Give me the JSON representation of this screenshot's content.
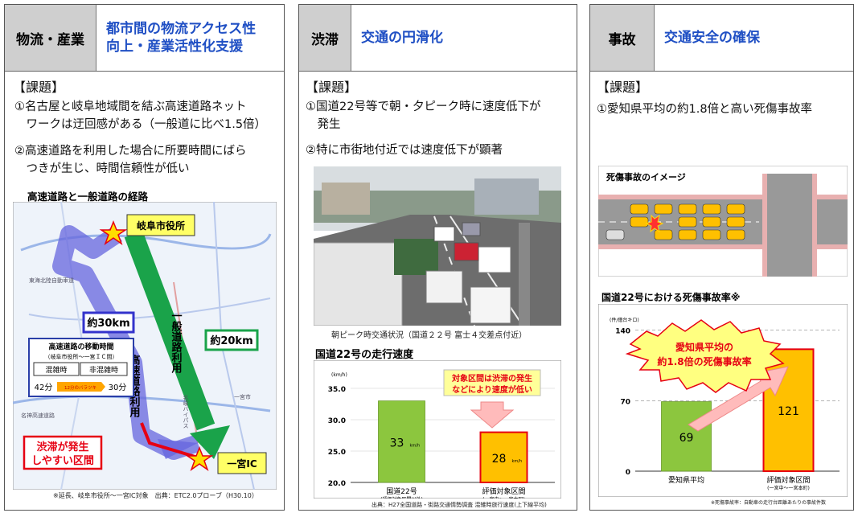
{
  "panels": [
    {
      "tag": "物流・産業",
      "title_line1": "都市間の物流アクセス性",
      "title_line2": "向上・産業活性化支援",
      "section": "【課題】",
      "issues": [
        {
          "line1": "①名古屋と岐阜地域間を結ぶ高速道路ネット",
          "line2": "　ワークは迂回感がある（一般道に比べ1.5倍）"
        },
        {
          "line1": "②高速道路を利用した場合に所要時間にばら",
          "line2": "　つきが生じ、時間信頼性が低い"
        }
      ],
      "map": {
        "title": "高速道路と一般道路の経路",
        "origin": "岐阜市役所",
        "destination": "一宮IC",
        "highway_dist": "約30km",
        "general_dist": "約20km",
        "general_route_label": "一般道路利用",
        "highway_route_label": "高速道路利用",
        "congestion_line1": "渋滞が発生",
        "congestion_line2": "しやすい区間",
        "table": {
          "title": "高速道路の移動時間",
          "subtitle": "（岐阜市役所〜一宮ＩＣ間）",
          "col1": "混雑時",
          "col2": "非混雑時",
          "val1": "42分",
          "diff": "12分のバラツキ",
          "val2": "30分"
        },
        "road_labels": {
          "r1": "東海北陸自動車道",
          "r2": "名神高速道路",
          "r3": "名岐バイパス",
          "r4": "一宮市"
        },
        "footnote": "※延長、岐阜市役所〜一宮IC対象　出典：ETC2.0プローブ（H30.10）"
      }
    },
    {
      "tag": "渋滞",
      "title": "交通の円滑化",
      "section": "【課題】",
      "issues": [
        {
          "line1": "①国道22号等で朝・夕ピーク時に速度低下が",
          "line2": "　発生"
        },
        {
          "line1": "②特に市街地付近では速度低下が顕著",
          "line2": ""
        }
      ],
      "photo_caption": "朝ピーク時交通状況（国道２２号 富士４交差点付近）",
      "chart_title": "国道22号の走行速度",
      "callout_line1": "対象区間は渋滞の発生",
      "callout_line2": "などにより速度が低い",
      "source": "出典：H27全国道路・街路交通情勢調査 混雑時旅行速度(上下線平均)"
    },
    {
      "tag": "事故",
      "title": "交通安全の確保",
      "section": "【課題】",
      "issues": [
        {
          "line1": "①愛知県平均の約1.8倍と高い死傷事故率",
          "line2": ""
        }
      ],
      "accident_image_title": "死傷事故のイメージ",
      "chart_title": "国道22号における死傷事故率※",
      "callout_line1": "愛知県平均の",
      "callout_line2": "約1.8倍の死傷事故率",
      "note": "※死傷事故率：自動車の走行台距離あたりの事故件数"
    }
  ],
  "chart_data": [
    {
      "type": "bar",
      "title": "国道22号の走行速度",
      "ylabel": "(km/h)",
      "categories": [
        "国道22号(評価対象区間以外)",
        "評価対象区間(一宮中〜一宮本町)"
      ],
      "category_line1": [
        "国道22号",
        "評価対象区間"
      ],
      "category_line2": [
        "(評価対象区間以外)",
        "(一宮中〜一宮本町)"
      ],
      "values": [
        33,
        28
      ],
      "value_labels": [
        "33",
        "28"
      ],
      "unit": "km/h",
      "ylim": [
        20,
        35
      ],
      "yticks": [
        "20.0",
        "25.0",
        "30.0",
        "35.0"
      ],
      "yticks_val": [
        20,
        25,
        30,
        35
      ],
      "colors": [
        "#8cc63e",
        "#ffc000"
      ]
    },
    {
      "type": "bar",
      "title": "国道22号における死傷事故率※",
      "ylabel": "(件/億台キロ)",
      "categories": [
        "愛知県平均",
        "評価対象区間(一宮中〜一宮本町)"
      ],
      "category_line1": [
        "愛知県平均",
        "評価対象区間"
      ],
      "category_line2": [
        "",
        "(一宮中〜一宮本町)"
      ],
      "values": [
        69,
        121
      ],
      "value_labels": [
        "69",
        "121"
      ],
      "ylim": [
        0,
        150
      ],
      "yticks": [
        "0",
        "70",
        "140"
      ],
      "yticks_val": [
        0,
        70,
        140
      ],
      "colors": [
        "#8cc63e",
        "#ffc000"
      ]
    }
  ],
  "colors": {
    "title_blue": "#1f4fc4",
    "tag_gray": "#cfcfcf",
    "green": "#8cc63e",
    "orange": "#ffc000",
    "red": "#e60012",
    "highway_purple": "#6666dd",
    "general_green": "#1aa34a"
  }
}
